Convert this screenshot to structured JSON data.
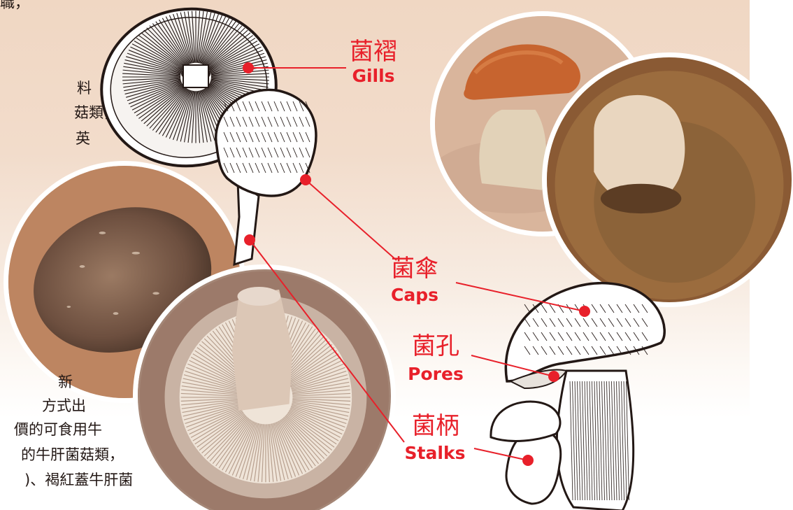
{
  "text": {
    "line1": "職，",
    "line2": "料",
    "line3": "菇類，",
    "line4": "英",
    "line5": "新",
    "line6": "方式出",
    "line7": "價的可食用牛",
    "line8": "的牛肝菌菇類，",
    "line9": ")、褐紅蓋牛肝菌"
  },
  "labels": {
    "gills": {
      "zh": "菌褶",
      "en": "Gills"
    },
    "caps": {
      "zh": "菌傘",
      "en": "Caps"
    },
    "pores": {
      "zh": "菌孔",
      "en": "Pores"
    },
    "stalks": {
      "zh": "菌柄",
      "en": "Stalks"
    }
  },
  "colors": {
    "accent": "#e8202a",
    "background_top": "#f0d7c3",
    "ink": "#231815"
  }
}
